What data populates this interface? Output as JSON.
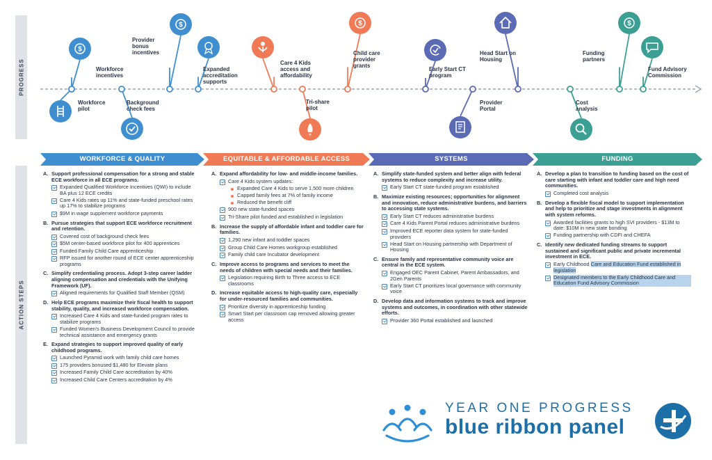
{
  "side_labels": {
    "progress": "PROGRESS",
    "action_steps": "ACTION STEPS"
  },
  "colors": {
    "workforce": "#3f8fd0",
    "equity": "#f07a56",
    "systems": "#5a6ab4",
    "funding": "#3c9f94"
  },
  "milestones": [
    {
      "label": "Workforce pilot",
      "icon": "ladder-icon"
    },
    {
      "label": "Workforce incentives",
      "icon": "dollar-icon"
    },
    {
      "label": "Background check fees",
      "icon": "check-badge-icon"
    },
    {
      "label": "Provider bonus incentives",
      "icon": "dollar-icon"
    },
    {
      "label": "Expanded accreditation supports",
      "icon": "award-icon"
    },
    {
      "label": "Care 4 Kids access and affordability",
      "icon": "child-icon"
    },
    {
      "label": "Tri-share pilot",
      "icon": "rocket-icon"
    },
    {
      "label": "Child care provider grants",
      "icon": "dollar-icon"
    },
    {
      "label": "Early Start CT program",
      "icon": "refresh-check-icon"
    },
    {
      "label": "Provider Portal",
      "icon": "portal-icon"
    },
    {
      "label": "Head Start on Housing",
      "icon": "house-icon"
    },
    {
      "label": "Cost analysis",
      "icon": "magnifier-icon"
    },
    {
      "label": "Funding partners",
      "icon": "dollar-icon"
    },
    {
      "label": "Fund Advisory Commission",
      "icon": "chat-icon"
    }
  ],
  "bands": {
    "workforce": "WORKFORCE & QUALITY",
    "equity": "EQUITABLE & AFFORDABLE ACCESS",
    "systems": "SYSTEMS",
    "funding": "FUNDING"
  },
  "workforce": {
    "a": {
      "letter": "A.",
      "title": "Support professional compensation for a strong and stable ECE workforce in all ECE programs.",
      "items": [
        "Expanded Qualified Workforce Incentives (QWI) to include BA plus 12 ECE credits",
        "Care 4 Kids rates up 11% and state-funded preschool rates up 17% to stabilize programs",
        "$9M in wage supplement workforce payments"
      ]
    },
    "b": {
      "letter": "B.",
      "title": "Pursue strategies that support ECE workforce recruitment and retention.",
      "items": [
        "Covered cost of background check fees",
        "$5M center-based workforce pilot for 400 apprentices",
        "Funded Family Child Care apprenticeship",
        "RFP issued for another round of ECE center apprenticeship programs"
      ]
    },
    "c": {
      "letter": "C.",
      "title": "Simplify credentialing process. Adopt 3-step career ladder aligning compensation and credentials with the Unifying Framework (UF).",
      "items": [
        "Aligned requirements for Qualified Staff Member (QSM)"
      ]
    },
    "d": {
      "letter": "D.",
      "title": "Help ECE programs maximize their fiscal health to support stability, quality, and increased workforce compensation.",
      "items": [
        "Increased Care 4 Kids and state-funded program rates to stabilize programs",
        "Funded Women's Business Development Council to provide technical assistance and emergency grants"
      ]
    },
    "e": {
      "letter": "E.",
      "title": "Expand strategies to support improved quality of early childhood programs.",
      "items": [
        "Launched Pyramid work with family child care homes",
        "175 providers bonused $1,480 for Elevate plans",
        "Increased Family Child Care accreditation by 40%",
        "Increased Child Care Centers accreditation by 4%"
      ]
    }
  },
  "equity": {
    "a": {
      "letter": "A.",
      "title": "Expand affordability for low- and middle-income families.",
      "item1": "Care 4 Kids system updates:",
      "subs": [
        "Expanded Care 4 Kids to serve 1,500 more children",
        "Capped family fees at 7% of family income",
        "Reduced the benefit cliff"
      ],
      "items": [
        "900 new state-funded spaces",
        "Tri-Share pilot funded and established in legislation"
      ]
    },
    "b": {
      "letter": "B.",
      "title": "Increase the supply of affordable infant and toddler care for families.",
      "items": [
        "1,290 new infant and toddler spaces",
        "Group Child Care Homes workgroup established",
        "Family child care Incubator development"
      ]
    },
    "c": {
      "letter": "C.",
      "title": "Improve access to programs and services to meet the needs of children with special needs and their families.",
      "items": [
        "Legislation requiring Birth to Three access to ECE classrooms"
      ]
    },
    "d": {
      "letter": "D.",
      "title": "Increase equitable access to high-quality care, especially for under-resourced families and communities.",
      "items": [
        "Prioritize diversity in apprenticeship funding",
        "Smart Start per classroom cap removed allowing greater access"
      ]
    }
  },
  "systems": {
    "a": {
      "letter": "A.",
      "title": "Simplify state-funded system and better align with federal systems to reduce complexity and increase utility.",
      "items": [
        "Early Start CT state-funded program established"
      ]
    },
    "b": {
      "letter": "B.",
      "title": "Maximize existing resources; opportunities for alignment and innovation, reduce administrative burdens, and barriers to accessing state systems.",
      "items": [
        "Early Start CT reduces administrative burdens",
        "Care 4 Kids Parent Portal reduces administrative burdens",
        "Improved ECE reporter data system for state-funded providers",
        "Head Start on Housing partnership with Department of Housing"
      ]
    },
    "c": {
      "letter": "C.",
      "title": "Ensure family and representative community voice are central in the ECE system.",
      "items": [
        "Engaged OEC Parent Cabinet, Parent Ambassadors, and 2Gen Parents",
        "Early Start CT prioritizes local governance with community voice"
      ]
    },
    "d": {
      "letter": "D.",
      "title": "Develop data and information systems to track and improve systems and outcomes, in coordination with other statewide efforts.",
      "items": [
        "Provider 360 Portal established and launched"
      ]
    }
  },
  "funding": {
    "a": {
      "letter": "A.",
      "title": "Develop a plan to transition to funding based on the cost of care starting with infant and toddler care and high need communities.",
      "items": [
        "Completed cost analysis"
      ]
    },
    "b": {
      "letter": "B.",
      "title": "Develop a flexible fiscal model to support implementation and help to prioritize and stage investments in alignment with system reforms.",
      "items": [
        "Awarded facilities grants to high SVI providers - $13M to date: $10M in new state bonding",
        "Funding partnership with CDFI and CHEFA"
      ]
    },
    "c": {
      "letter": "C.",
      "title": "Identify new dedicated funding streams to support sustained and significant public and private incremental investment in ECE.",
      "item1_pre": "Early Childhood ",
      "item1_hl": "Care and Education Fund established in legislation",
      "item2": "Designated members to the Early Childhood Care and Education Fund Advisory Commission"
    }
  },
  "brand": {
    "line1": "YEAR ONE PROGRESS",
    "line2": "blue ribbon panel"
  }
}
